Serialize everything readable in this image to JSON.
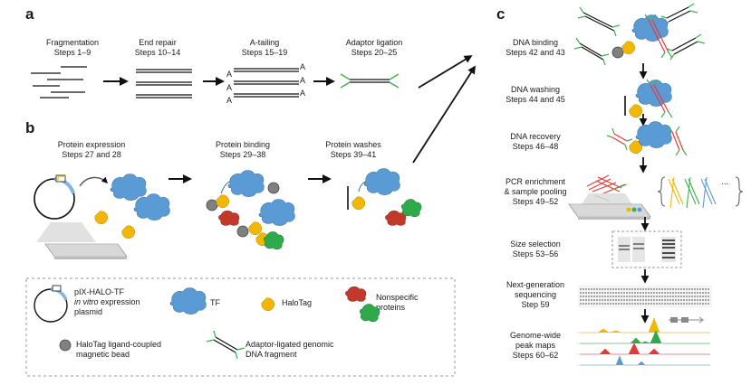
{
  "panels": {
    "a": "a",
    "b": "b",
    "c": "c"
  },
  "panel_a": {
    "steps": [
      {
        "title": "Fragmentation",
        "steps": "Steps 1–9"
      },
      {
        "title": "End repair",
        "steps": "Steps 10–14"
      },
      {
        "title": "A-tailing",
        "steps": "Steps 15–19"
      },
      {
        "title": "Adaptor ligation",
        "steps": "Steps 20–25"
      }
    ],
    "a_overhang": "A"
  },
  "panel_b": {
    "steps": [
      {
        "title": "Protein expression",
        "steps": "Steps 27 and 28"
      },
      {
        "title": "Protein binding",
        "steps": "Steps 29–38"
      },
      {
        "title": "Protein washes",
        "steps": "Steps 39–41"
      }
    ]
  },
  "legend": {
    "plasmid_line1": "pIX-HALO-TF",
    "plasmid_line2_italic": "in vitro",
    "plasmid_line2_rest": " expression",
    "plasmid_line3": "plasmid",
    "tf": "TF",
    "halotag": "HaloTag",
    "nonspecific_line1": "Nonspecific",
    "nonspecific_line2": "proteins",
    "bead_line1": "HaloTag ligand-coupled",
    "bead_line2": "magnetic bead",
    "adaptor_line1": "Adaptor-ligated genomic",
    "adaptor_line2": "DNA fragment"
  },
  "panel_c": {
    "steps": [
      {
        "line1": "DNA binding",
        "line2": "Steps 42 and 43"
      },
      {
        "line1": "DNA washing",
        "line2": "Steps 44 and 45"
      },
      {
        "line1": "DNA recovery",
        "line2": "Steps 46–48"
      },
      {
        "line1": "PCR enrichment",
        "line2": "& sample pooling",
        "line3": "Steps 49–52"
      },
      {
        "line1": "Size selection",
        "line2": "Steps 53–56"
      },
      {
        "line1": "Next-generation",
        "line2": "sequencing",
        "line3": "Step 59"
      },
      {
        "line1": "Genome-wide",
        "line2": "peak maps",
        "line3": "Steps 60–62"
      }
    ],
    "ellipsis": "..."
  },
  "colors": {
    "tf_blue": "#5b9bd5",
    "halotag_yellow": "#f2b705",
    "nonspecific_red": "#c0392b",
    "nonspecific_green": "#2eaa4a",
    "bead_gray": "#808080",
    "adaptor_green": "#3cb34a",
    "dna_red": "#e53935",
    "plasmid_blue": "#7fb6e0"
  }
}
